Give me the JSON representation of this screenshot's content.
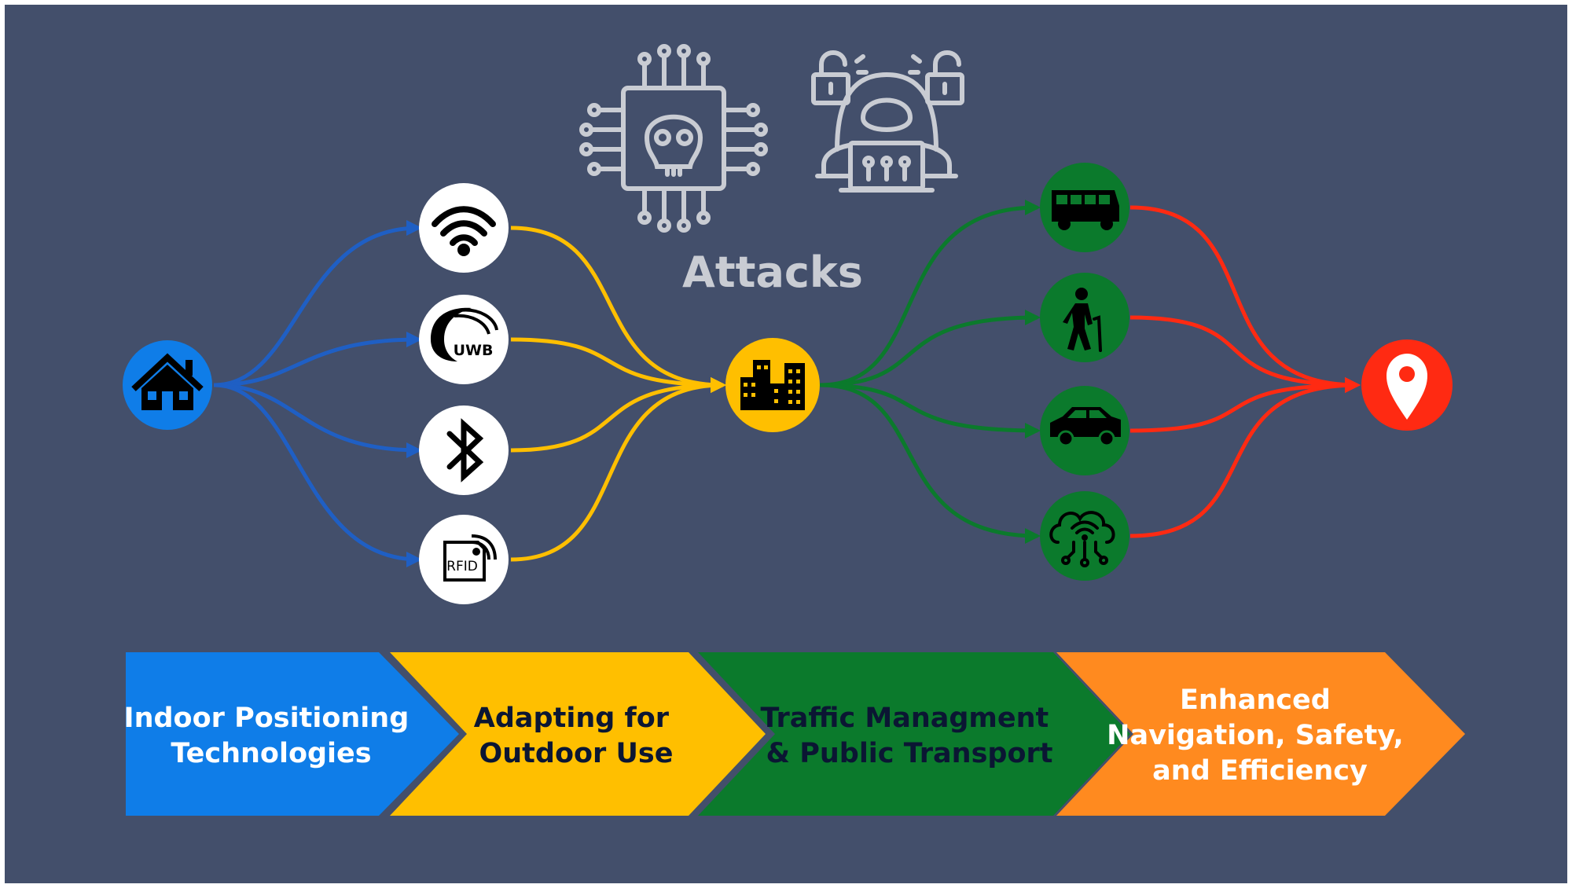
{
  "colors": {
    "background": "#434f6b",
    "blue": "#0f7de8",
    "blue_line": "#1f5fc4",
    "yellow": "#ffbf00",
    "green": "#0b7a2c",
    "red": "#ff2a12",
    "orange": "#ff8a1f",
    "icon_gray": "#c9ccd3",
    "label_white": "#ffffff",
    "label_dark": "#0b1633"
  },
  "attacks": {
    "title": "Attacks",
    "icons": [
      "chip-skull-icon",
      "hacker-laptop-icon",
      "unlocked-padlock-icon",
      "unlocked-padlock-icon"
    ]
  },
  "nodes": {
    "source": {
      "icon": "home-icon"
    },
    "indoor_technologies": [
      {
        "icon": "wifi-icon"
      },
      {
        "icon": "uwb-icon",
        "text": "UWB"
      },
      {
        "icon": "bluetooth-icon"
      },
      {
        "icon": "rfid-icon",
        "text": "RFID"
      }
    ],
    "hub": {
      "icon": "city-buildings-icon"
    },
    "transport_modes": [
      {
        "icon": "bus-icon"
      },
      {
        "icon": "elderly-pedestrian-icon"
      },
      {
        "icon": "car-icon"
      },
      {
        "icon": "cloud-network-icon"
      }
    ],
    "destination": {
      "icon": "location-pin-icon"
    }
  },
  "stages": [
    {
      "lines": [
        "Indoor Positioning",
        "Technologies"
      ]
    },
    {
      "lines": [
        "Adapting for",
        "Outdoor Use"
      ]
    },
    {
      "lines": [
        "Traffic Managment",
        "& Public Transport"
      ]
    },
    {
      "lines": [
        "Enhanced",
        "Navigation, Safety,",
        "and Efficiency"
      ]
    }
  ]
}
